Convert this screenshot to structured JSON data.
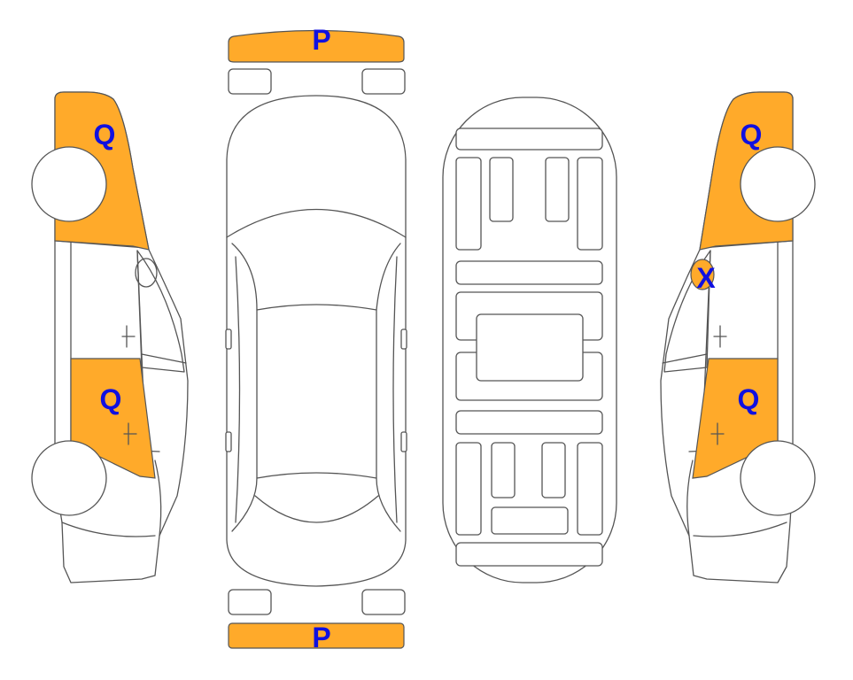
{
  "colors": {
    "damage_fill": "#FFAA2A",
    "label": "#1010E0",
    "outline": "#555555"
  },
  "views": [
    "left-side",
    "top",
    "underbody",
    "right-side"
  ],
  "markers": {
    "front_bumper": "P",
    "rear_bumper": "P",
    "left_front_fender": "Q",
    "left_rear_door": "Q",
    "right_front_fender": "Q",
    "right_mirror": "X",
    "right_rear_door": "Q"
  }
}
